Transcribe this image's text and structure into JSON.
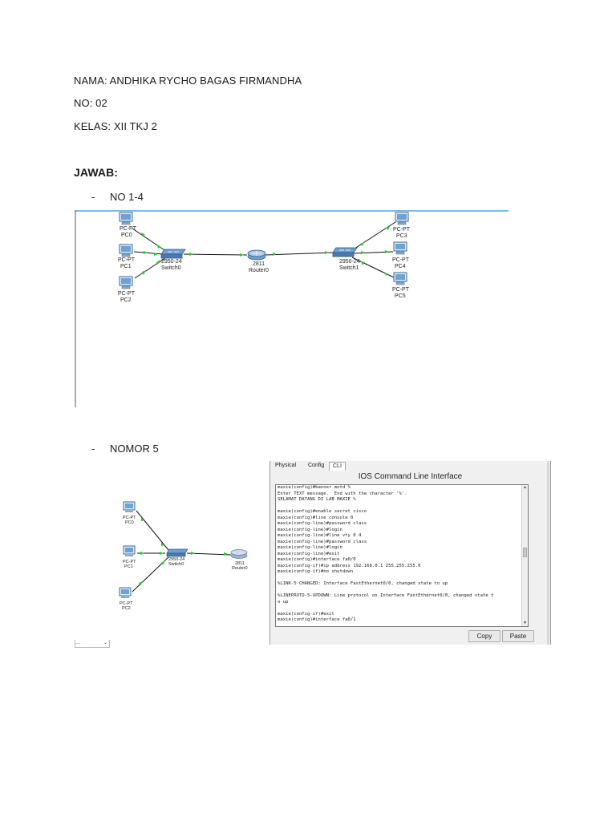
{
  "document": {
    "nama": "NAMA: ANDHIKA RYCHO BAGAS FIRMANDHA",
    "no": "NO: 02",
    "kelas": "KELAS: XII TKJ 2",
    "jawab": "JAWAB:",
    "bullets": [
      {
        "dash": "-",
        "label": "NO 1-4"
      },
      {
        "dash": "-",
        "label": "NOMOR 5"
      }
    ]
  },
  "topology1": {
    "devices": [
      {
        "model": "PC-PT",
        "name": "PC0"
      },
      {
        "model": "PC-PT",
        "name": "PC1"
      },
      {
        "model": "PC-PT",
        "name": "PC2"
      },
      {
        "model": "2950-24",
        "name": "Switch0"
      },
      {
        "model": "2811",
        "name": "Router0"
      },
      {
        "model": "2950-24",
        "name": "Switch1"
      },
      {
        "model": "PC-PT",
        "name": "PC3"
      },
      {
        "model": "PC-PT",
        "name": "PC4"
      },
      {
        "model": "PC-PT",
        "name": "PC5"
      }
    ],
    "colors": {
      "link": "#111111",
      "link_up": "#22cc22",
      "device": "#4a7ab0",
      "frame": "#4ca6e0"
    }
  },
  "topology2": {
    "devices": [
      {
        "model": "PC-PT",
        "name": "PC0"
      },
      {
        "model": "PC-PT",
        "name": "PC1"
      },
      {
        "model": "PC-PT",
        "name": "PC2"
      },
      {
        "model": "2950-24",
        "name": "Switch0"
      },
      {
        "model": "2811",
        "name": "Router0"
      }
    ]
  },
  "cli": {
    "tabs": [
      "Physical",
      "Config",
      "CLI"
    ],
    "active_tab": "CLI",
    "title": "IOS Command Line Interface",
    "lines": [
      "maxie(config)#banner motd %",
      "Enter TEXT message.  End with the character '%'.",
      "SELAMAT DATANG DI LAB MAXIE %",
      "",
      "maxie(config)#enable secret cisco",
      "maxie(config)#line console 0",
      "maxie(config-line)#password class",
      "maxie(config-line)#login",
      "maxie(config-line)#line vty 0 4",
      "maxie(config-line)#password class",
      "maxie(config-line)#login",
      "maxie(config-line)#exit",
      "maxie(config)#interface fa0/0",
      "maxie(config-if)#ip address 192.168.0.1 255.255.255.0",
      "maxie(config-if)#no shutdown",
      "",
      "%LINK-5-CHANGED: Interface FastEthernet0/0, changed state to up",
      "",
      "%LINEPROTO-5-UPDOWN: Line protocol on Interface FastEthernet0/0, changed state t",
      "o up",
      "",
      "maxie(config-if)#exit",
      "maxie(config)#interface fa0/1"
    ],
    "copy_label": "Copy",
    "paste_label": "Paste",
    "dropdown_value": "…"
  }
}
